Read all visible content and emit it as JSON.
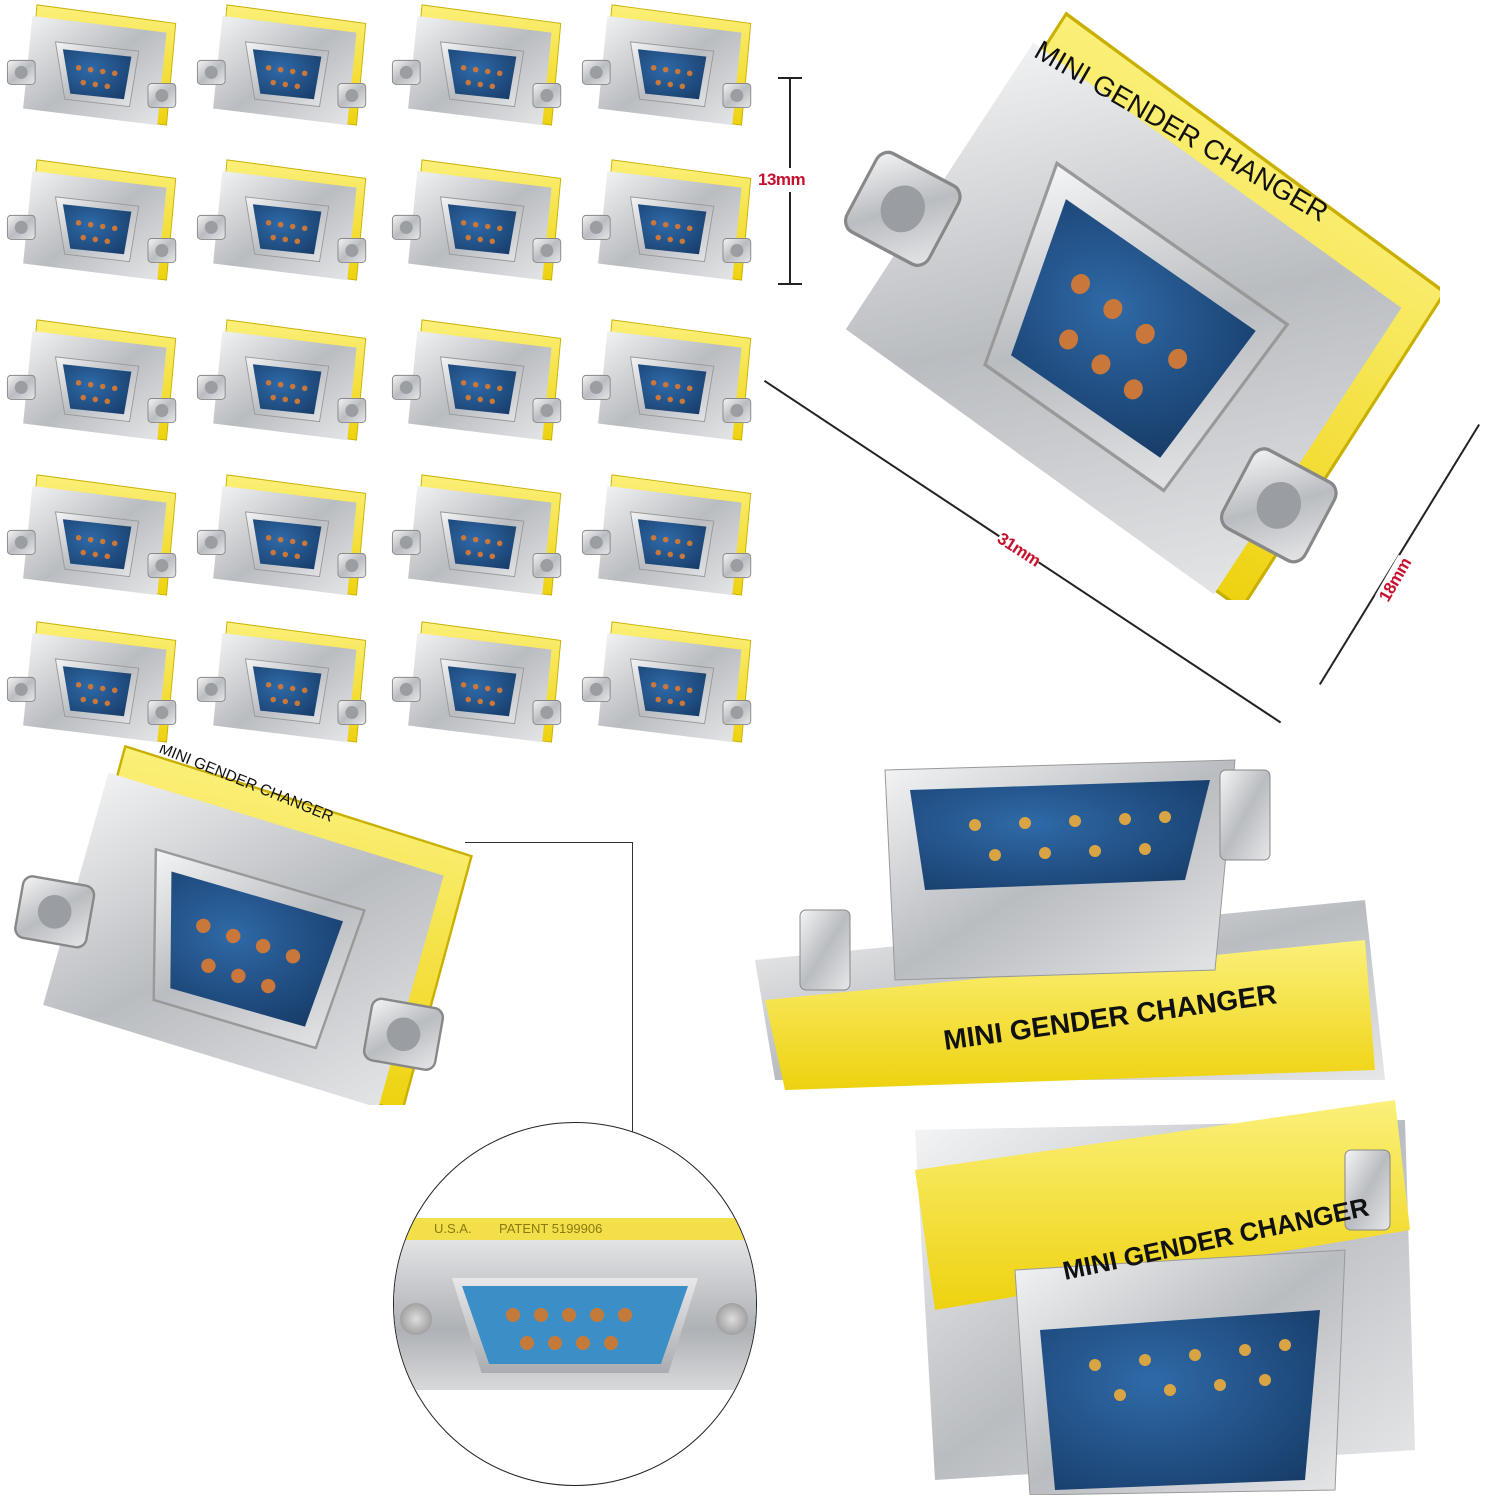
{
  "product": {
    "label_text": "MINI GENDER CHANGER",
    "patent_country": "U.S.A.",
    "patent_text": "PATENT 5199906",
    "grid_count": 20
  },
  "dimensions": {
    "height_label": "13mm",
    "length_label": "31mm",
    "width_label": "18mm"
  },
  "colors": {
    "flange_yellow": "#f5e02a",
    "shell_blue": "#1e4f8a",
    "silver": "#c9ccd0",
    "dimension_red": "#c8102e"
  }
}
